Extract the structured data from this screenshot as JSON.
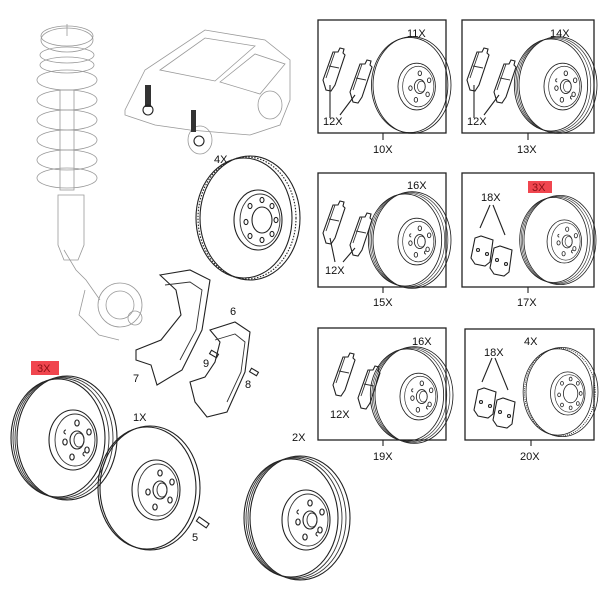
{
  "title": "Front brake disc and pad exploded parts diagram",
  "highlight_color": "#f0464f",
  "assembly": {
    "vehicle": "hatchback car (locator view)",
    "strut": "front suspension strut with coil spring and steering knuckle",
    "parts": [
      {
        "id": "1X",
        "label": "1X",
        "description": "brake disc (solid)"
      },
      {
        "id": "2X",
        "label": "2X",
        "description": "brake disc (vented)"
      },
      {
        "id": "3X",
        "label": "3X",
        "description": "brake disc (vented)",
        "highlighted": true
      },
      {
        "id": "4X",
        "label": "4X",
        "description": "brake disc (vented, drilled 5-hole)"
      },
      {
        "id": "5",
        "label": "5",
        "description": "disc retaining bolt"
      },
      {
        "id": "6",
        "label": "6",
        "description": "splash shield right"
      },
      {
        "id": "7",
        "label": "7",
        "description": "splash shield left"
      },
      {
        "id": "8",
        "label": "8",
        "description": "screw"
      },
      {
        "id": "9",
        "label": "9",
        "description": "screw"
      }
    ]
  },
  "kits": [
    {
      "kit_label": "10X",
      "pads_label": "12X",
      "disc_label": "11X"
    },
    {
      "kit_label": "13X",
      "pads_label": "12X",
      "disc_label": "14X"
    },
    {
      "kit_label": "15X",
      "pads_label": "12X",
      "disc_label": "16X"
    },
    {
      "kit_label": "17X",
      "pads_label": "18X",
      "disc_label": "3X",
      "disc_highlighted": true
    },
    {
      "kit_label": "19X",
      "pads_label": "12X",
      "disc_label": "16X"
    },
    {
      "kit_label": "20X",
      "pads_label": "18X",
      "disc_label": "4X"
    }
  ]
}
